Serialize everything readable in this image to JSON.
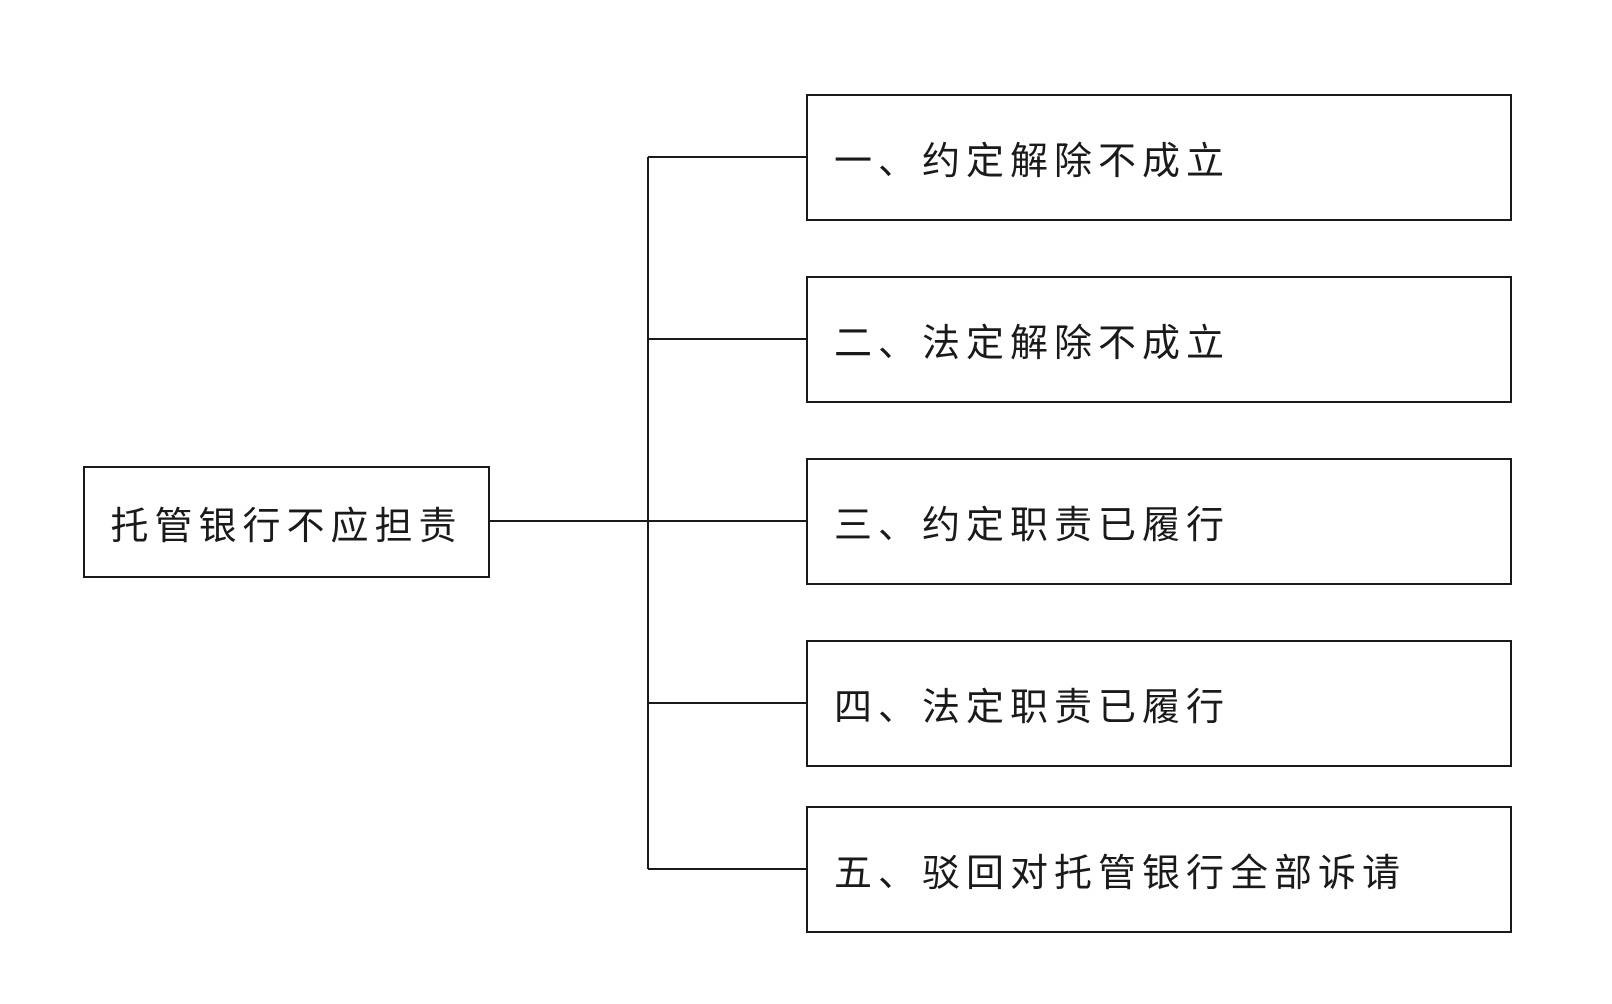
{
  "diagram": {
    "root": {
      "label": "托管银行不应担责"
    },
    "children": [
      {
        "label": "一、约定解除不成立"
      },
      {
        "label": "二、法定解除不成立"
      },
      {
        "label": "三、约定职责已履行"
      },
      {
        "label": "四、法定职责已履行"
      },
      {
        "label": "五、驳回对托管银行全部诉请"
      }
    ]
  },
  "colors": {
    "line": "#1a1a1a",
    "background": "#ffffff"
  }
}
